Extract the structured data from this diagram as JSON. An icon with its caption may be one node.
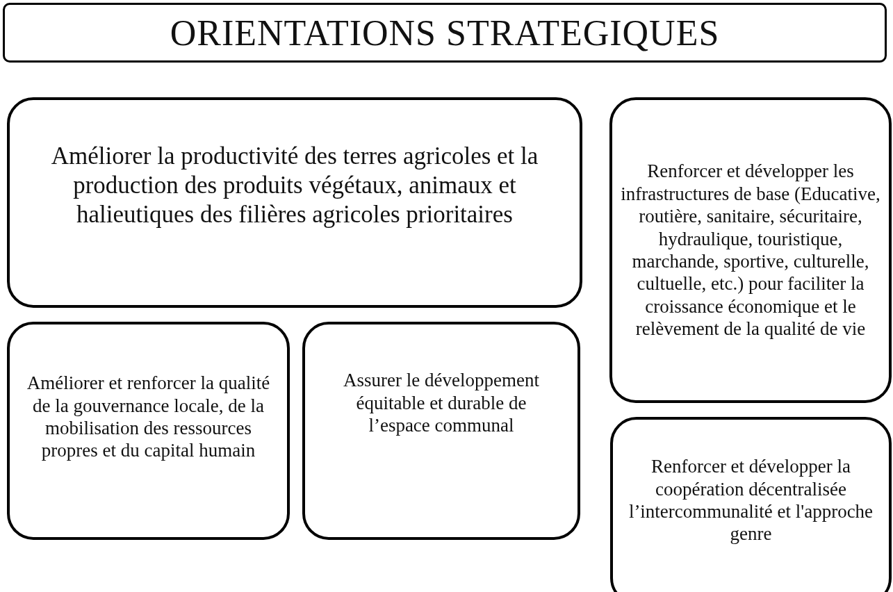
{
  "diagram": {
    "title": "ORIENTATIONS STRATEGIQUES",
    "nodes": [
      {
        "text": [
          "Améliorer la productivité des terres agricoles et la production des produits végétaux, animaux et halieutiques des filières agricoles prioritaires"
        ]
      },
      {
        "text": [
          "Améliorer et renforcer la qualité de la gouvernance locale, de la mobilisation des ressources propres et du capital humain"
        ]
      },
      {
        "text": [
          "Assurer le développement équitable et durable de l’espace communal"
        ]
      },
      {
        "text": [
          "Renforcer et développer les infrastructures de base (Educative, routière, sanitaire, sécuritaire, hydraulique, touristique, marchande, sportive, culturelle, cultuelle, etc.) pour faciliter la croissance économique et le relèvement de la qualité de vie"
        ]
      },
      {
        "text": [
          "Renforcer et développer la coopération décentralisée l’intercommunalité et l'approche genre"
        ]
      }
    ],
    "edges": []
  }
}
